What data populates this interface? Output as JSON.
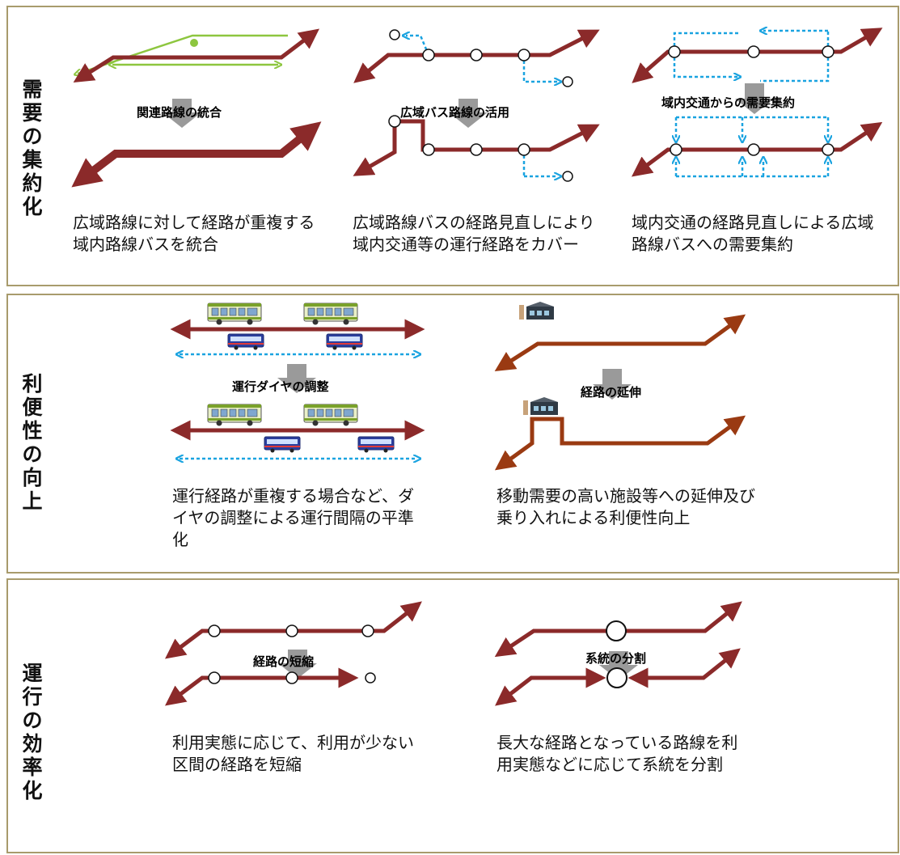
{
  "sections": [
    {
      "title": "需要の集約化",
      "items": [
        {
          "label": "関連路線の統合",
          "desc": "広域路線に対して経路が重複する域内路線バスを統合"
        },
        {
          "label": "広域バス路線の活用",
          "desc": "広域路線バスの経路見直しにより域内交通等の運行経路をカバー"
        },
        {
          "label": "域内交通からの需要集約",
          "desc": "域内交通の経路見直しによる広域路線バスへの需要集約"
        }
      ]
    },
    {
      "title": "利便性の向上",
      "items": [
        {
          "label": "運行ダイヤの調整",
          "desc": "運行経路が重複する場合など、ダイヤの調整による運行間隔の平準化"
        },
        {
          "label": "経路の延伸",
          "desc": "移動需要の高い施設等への延伸及び乗り入れによる利便性向上"
        }
      ]
    },
    {
      "title": "運行の効率化",
      "items": [
        {
          "label": "経路の短縮",
          "desc": "利用実態に応じて、利用が少ない区間の経路を短縮"
        },
        {
          "label": "系統の分割",
          "desc": "長大な経路となっている路線を利用実態などに応じて系統を分割"
        }
      ]
    }
  ],
  "colors": {
    "route": "#8b2a2a",
    "route_extend": "#9a3a12",
    "local": "#1aa3e0",
    "merge": "#8dc63f",
    "down_arrow": "#9a9a9a",
    "panel_border": "#a89b6c"
  }
}
